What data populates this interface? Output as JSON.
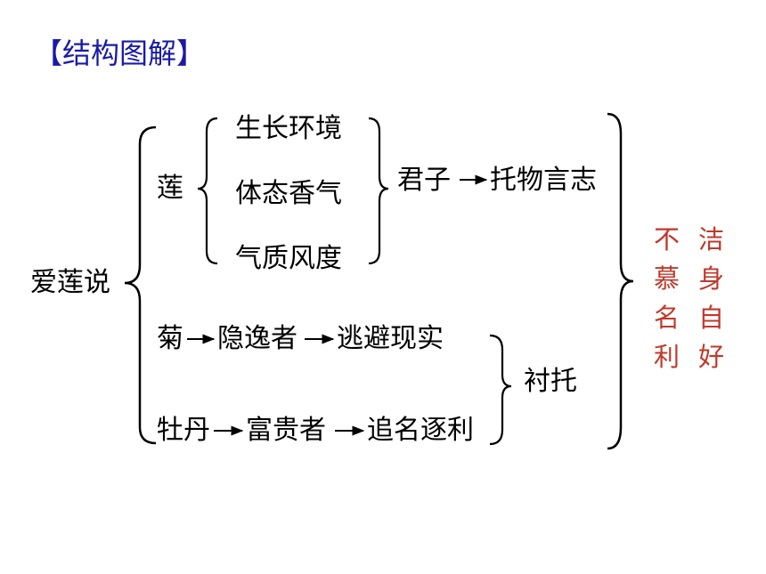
{
  "title": "【结构图解】",
  "root": "爱莲说",
  "lotus": {
    "label": "莲",
    "aspects": [
      "生长环境",
      "体态香气",
      "气质风度"
    ],
    "result_a": "君子",
    "result_b": "托物言志"
  },
  "chrys": {
    "a": "菊",
    "b": "隐逸者",
    "c": "逃避现实"
  },
  "peony": {
    "a": "牡丹",
    "b": "富贵者",
    "c": "追名逐利"
  },
  "contrast": "衬托",
  "conclusion": {
    "col1": [
      "不",
      "慕",
      "名",
      "利"
    ],
    "col2": [
      "洁",
      "身",
      "自",
      "好"
    ]
  },
  "colors": {
    "title": "#1a1aa6",
    "conclusion": "#c0392b",
    "text": "#000000"
  }
}
